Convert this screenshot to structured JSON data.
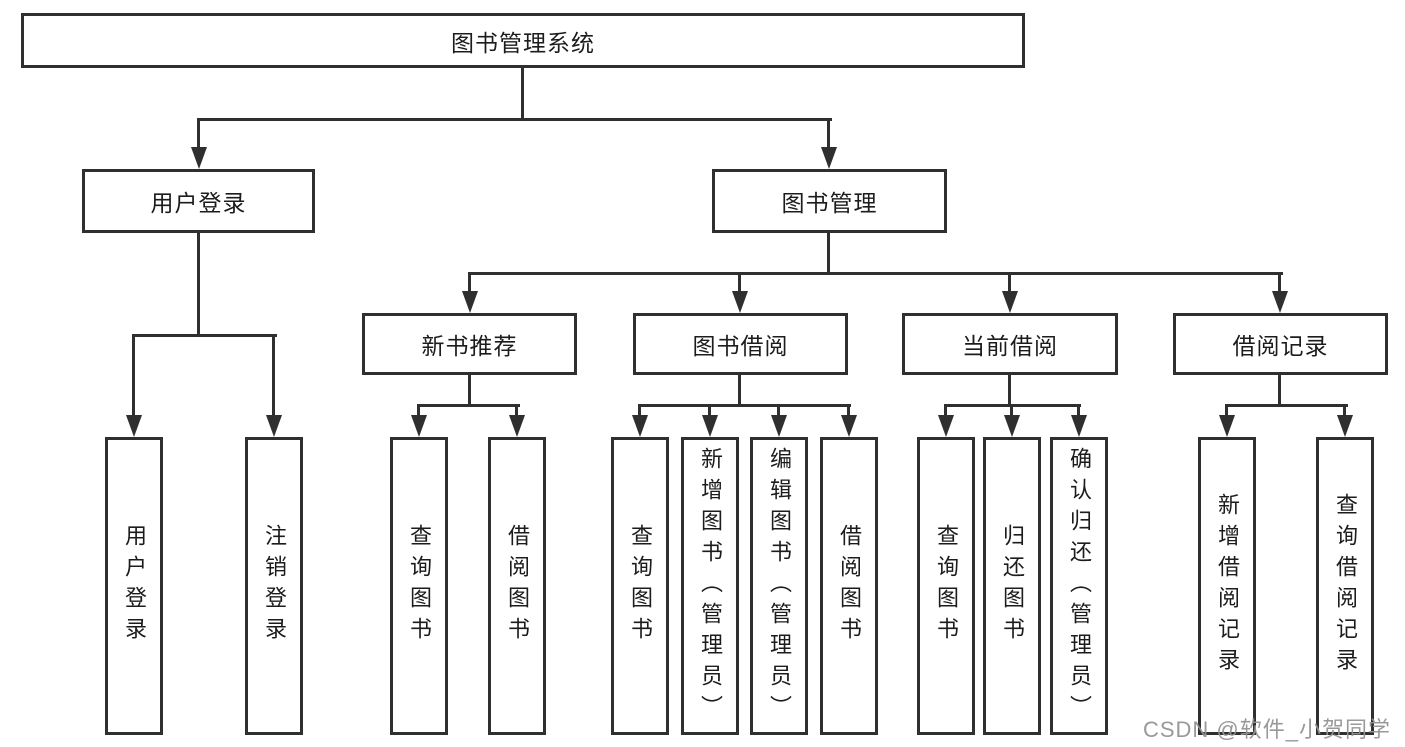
{
  "nodes": {
    "root": {
      "label": "图书管理系统"
    },
    "level2": [
      {
        "label": "用户登录"
      },
      {
        "label": "图书管理"
      }
    ],
    "level3": [
      {
        "label": "新书推荐",
        "parent": "图书管理"
      },
      {
        "label": "图书借阅",
        "parent": "图书管理"
      },
      {
        "label": "当前借阅",
        "parent": "图书管理"
      },
      {
        "label": "借阅记录",
        "parent": "图书管理"
      }
    ],
    "leaves": [
      {
        "label": "用户登录",
        "parent": "用户登录"
      },
      {
        "label": "注销登录",
        "parent": "用户登录"
      },
      {
        "label": "查询图书",
        "parent": "新书推荐"
      },
      {
        "label": "借阅图书",
        "parent": "新书推荐"
      },
      {
        "label": "查询图书",
        "parent": "图书借阅"
      },
      {
        "label": "新增图书（管理员）",
        "parent": "图书借阅"
      },
      {
        "label": "编辑图书（管理员）",
        "parent": "图书借阅"
      },
      {
        "label": "借阅图书",
        "parent": "图书借阅"
      },
      {
        "label": "查询图书",
        "parent": "当前借阅"
      },
      {
        "label": "归还图书",
        "parent": "当前借阅"
      },
      {
        "label": "确认归还（管理员）",
        "parent": "当前借阅"
      },
      {
        "label": "新增借阅记录",
        "parent": "借阅记录"
      },
      {
        "label": "查询借阅记录",
        "parent": "借阅记录"
      }
    ]
  },
  "watermark": "CSDN @软件_小贺同学",
  "colors": {
    "line": "#2f2f2f",
    "text": "#1c1c1c",
    "watermark": "#949494",
    "background": "#ffffff"
  }
}
